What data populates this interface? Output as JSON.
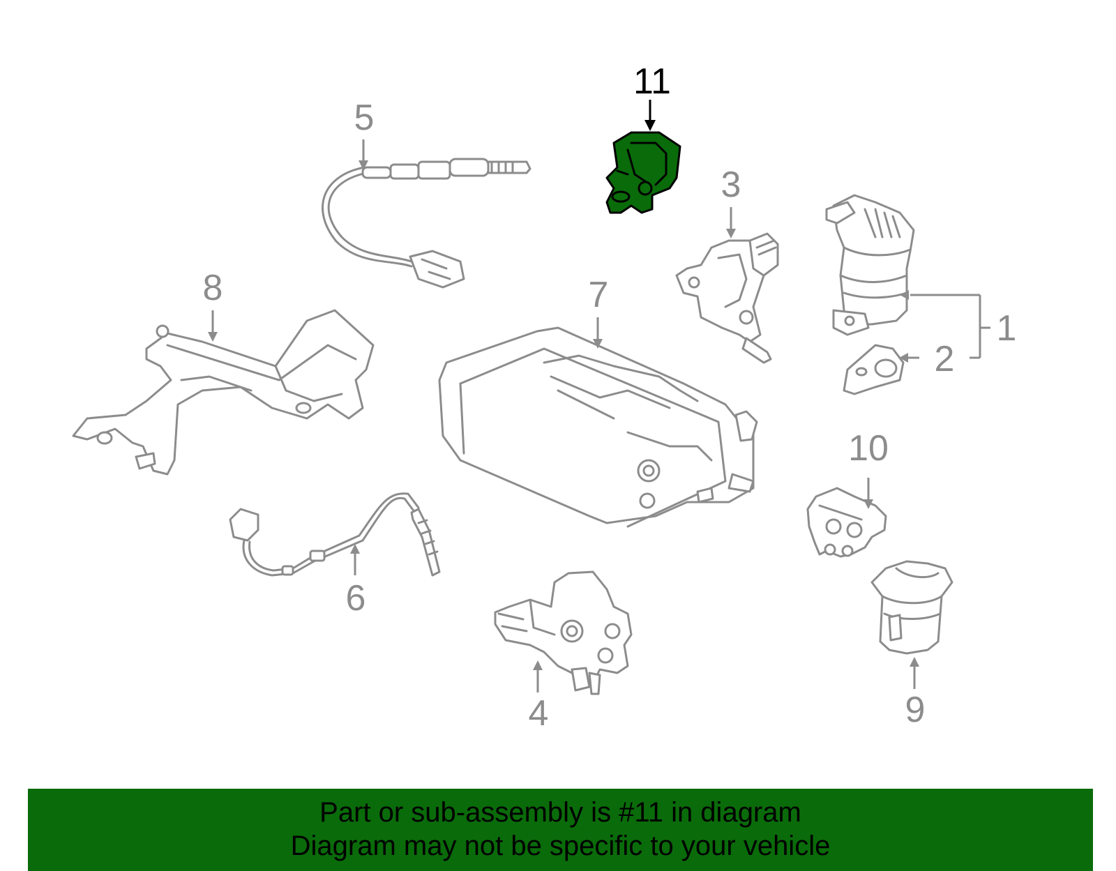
{
  "diagram": {
    "highlight_color": "#0a6b0a",
    "callout_color": "#8c8c8c",
    "callouts": {
      "c1": "1",
      "c2": "2",
      "c3": "3",
      "c4": "4",
      "c5": "5",
      "c6": "6",
      "c7": "7",
      "c8": "8",
      "c9": "9",
      "c10": "10",
      "c11": "11"
    },
    "highlighted_part": "11"
  },
  "banner": {
    "line1": "Part or sub-assembly is #11 in diagram",
    "line2": "Diagram may not be specific to your vehicle"
  }
}
